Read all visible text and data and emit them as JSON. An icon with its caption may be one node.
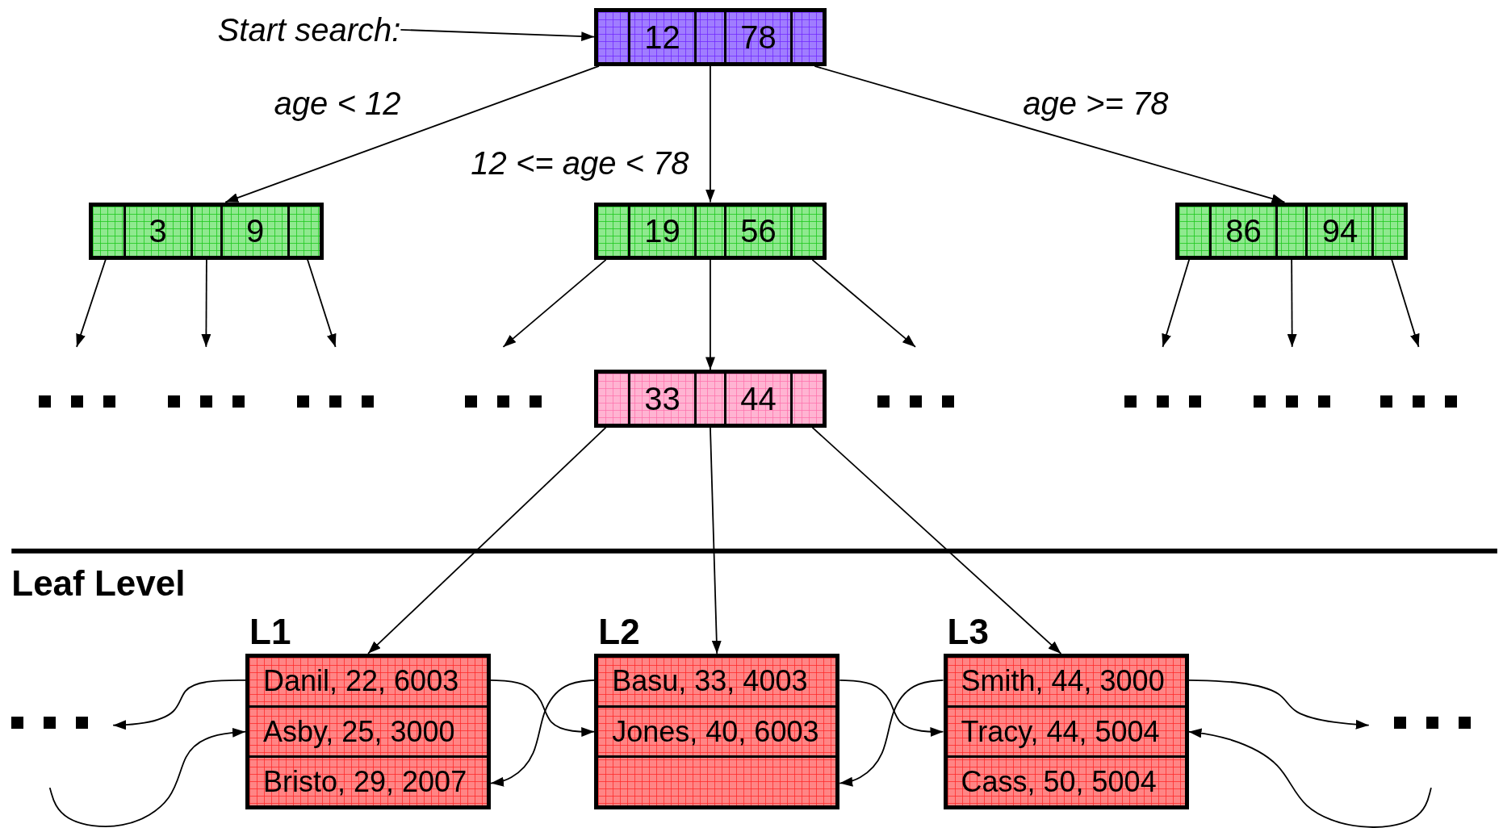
{
  "diagram": {
    "nodes": [
      {
        "text": [
          "Start search:"
        ]
      },
      {
        "text": [
          "12",
          "78"
        ]
      },
      {
        "text": [
          "3",
          "9"
        ]
      },
      {
        "text": [
          "19",
          "56"
        ]
      },
      {
        "text": [
          "86",
          "94"
        ]
      },
      {
        "text": [],
        "shape": "dots"
      },
      {
        "text": [],
        "shape": "dots"
      },
      {
        "text": [],
        "shape": "dots"
      },
      {
        "text": [],
        "shape": "dots"
      },
      {
        "text": [
          "33",
          "44"
        ]
      },
      {
        "text": [],
        "shape": "dots"
      },
      {
        "text": [],
        "shape": "dots"
      },
      {
        "text": [],
        "shape": "dots"
      },
      {
        "text": [],
        "shape": "dots"
      },
      {
        "text": [],
        "shape": "dots"
      },
      {
        "text": [
          "L1",
          "Danil, 22, 6003",
          "Asby, 25, 3000",
          "Bristo, 29, 2007"
        ]
      },
      {
        "text": [
          "L2",
          "Basu, 33, 4003",
          "Jones, 40, 6003"
        ]
      },
      {
        "text": [
          "L3",
          "Smith, 44, 3000",
          "Tracy, 44, 5004",
          "Cass, 50, 5004"
        ]
      },
      {
        "text": [],
        "shape": "dots"
      }
    ],
    "edges": [
      {
        "from": 0,
        "to": 1,
        "arrow": "to"
      },
      {
        "from": 1,
        "to": 2,
        "arrow": "to",
        "label": "age < 12"
      },
      {
        "from": 1,
        "to": 3,
        "arrow": "to",
        "label": "12 <= age < 78"
      },
      {
        "from": 1,
        "to": 4,
        "arrow": "to",
        "label": "age >= 78"
      },
      {
        "from": 2,
        "to": 5,
        "arrow": "to"
      },
      {
        "from": 2,
        "to": 6,
        "arrow": "to"
      },
      {
        "from": 2,
        "to": 7,
        "arrow": "to"
      },
      {
        "from": 3,
        "to": 8,
        "arrow": "to"
      },
      {
        "from": 3,
        "to": 9,
        "arrow": "to"
      },
      {
        "from": 3,
        "to": 10,
        "arrow": "to"
      },
      {
        "from": 4,
        "to": 11,
        "arrow": "to"
      },
      {
        "from": 4,
        "to": 12,
        "arrow": "to"
      },
      {
        "from": 4,
        "to": 13,
        "arrow": "to"
      },
      {
        "from": 9,
        "to": 15,
        "arrow": "to"
      },
      {
        "from": 9,
        "to": 16,
        "arrow": "to"
      },
      {
        "from": 9,
        "to": 17,
        "arrow": "to"
      },
      {
        "from": 15,
        "to": 14,
        "arrow": "to"
      },
      {
        "from": null,
        "to": 15,
        "arrow": "to"
      },
      {
        "from": 15,
        "to": 16,
        "arrow": "to"
      },
      {
        "from": 16,
        "to": 15,
        "arrow": "to"
      },
      {
        "from": 16,
        "to": 17,
        "arrow": "to"
      },
      {
        "from": 17,
        "to": 16,
        "arrow": "to"
      },
      {
        "from": 17,
        "to": 18,
        "arrow": "to"
      },
      {
        "from": null,
        "to": 17,
        "arrow": "to"
      }
    ],
    "labels": [
      "Leaf Level"
    ]
  }
}
